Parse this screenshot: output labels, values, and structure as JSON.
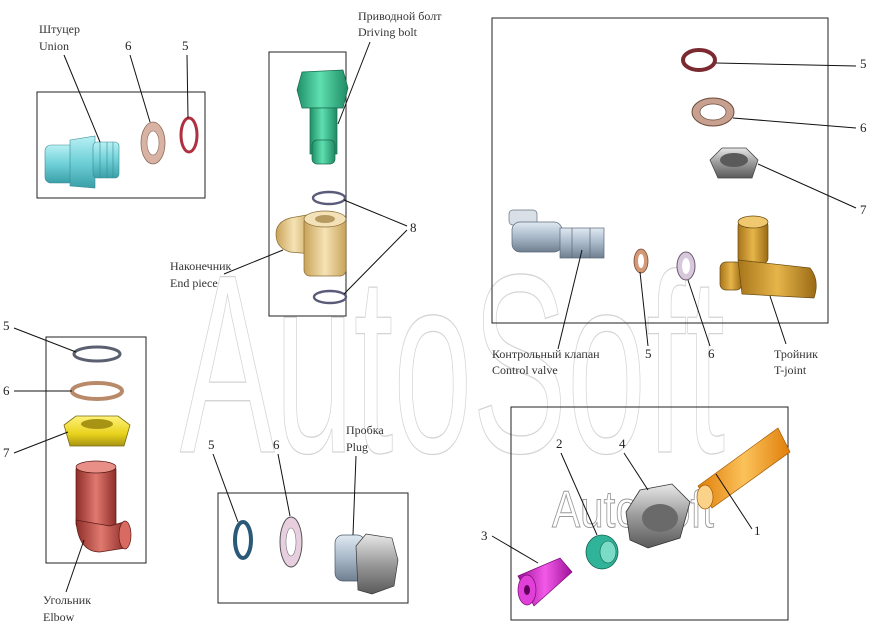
{
  "watermark": {
    "large": "AutoSoft",
    "small": "AutoSoft"
  },
  "labels": {
    "union_ru": "Штуцер",
    "union_en": "Union",
    "bolt_ru": "Приводной болт",
    "bolt_en": "Driving bolt",
    "endpiece_ru": "Наконечник",
    "endpiece_en": "End piece",
    "control_ru": "Контрольный  клапан",
    "control_en": "Control valve",
    "tjoint_ru": "Тройник",
    "tjoint_en": "T-joint",
    "plug_ru": "Пробка",
    "plug_en": "Plug",
    "elbow_ru": "Угольник",
    "elbow_en": "Elbow"
  },
  "callouts": {
    "union_6": "6",
    "union_5": "5",
    "bolt_8": "8",
    "valve_5a": "5",
    "valve_6a": "6",
    "valve_7": "7",
    "valve_5b": "5",
    "valve_6b": "6",
    "elbow_5": "5",
    "elbow_6": "6",
    "elbow_7": "7",
    "plug_5": "5",
    "plug_6": "6",
    "hose_2": "2",
    "hose_4": "4",
    "hose_3": "3",
    "hose_1": "1"
  },
  "colors": {
    "union": "#6fd0d8",
    "bolt": "#2eb88a",
    "end_piece": "#e3c98e",
    "elbow": "#c8524c",
    "nut_yellow": "#e8d21c",
    "magenta": "#d01ec8",
    "hose": "#f29a1a",
    "nut_gray": "#8d8d8d",
    "teal_ring": "#2fb49a",
    "seal_red": "#b03040",
    "copper": "#c8906a"
  }
}
